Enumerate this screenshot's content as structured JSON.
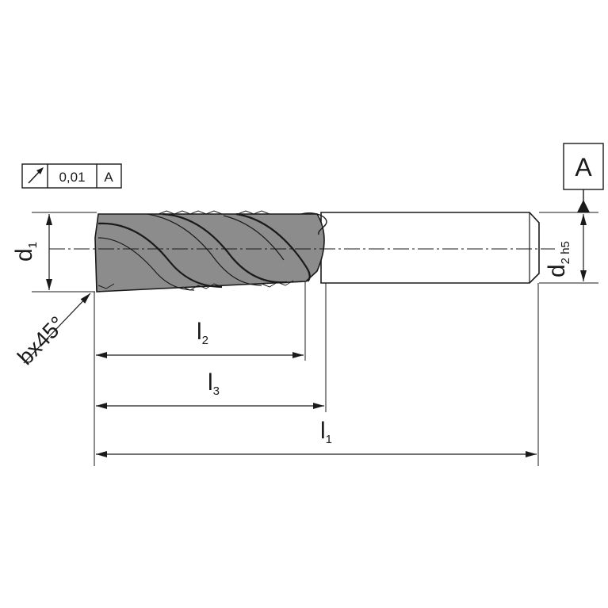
{
  "feature_control_frame": {
    "symbol_icon": "runout-arrow-icon",
    "tolerance": "0,01",
    "datum_ref": "A"
  },
  "datum_label": "A",
  "dimensions": {
    "d1": {
      "main": "d",
      "sub": "1"
    },
    "d2": {
      "main": "d",
      "sub": "2 h5"
    },
    "l1": {
      "main": "l",
      "sub": "1"
    },
    "l2": {
      "main": "l",
      "sub": "2"
    },
    "l3": {
      "main": "l",
      "sub": "3"
    },
    "chamfer": "bx45°"
  },
  "colors": {
    "line": "#1a1a1a",
    "flute_gray": "#8c8c8c",
    "dark_gray": "#5a5a5a"
  }
}
